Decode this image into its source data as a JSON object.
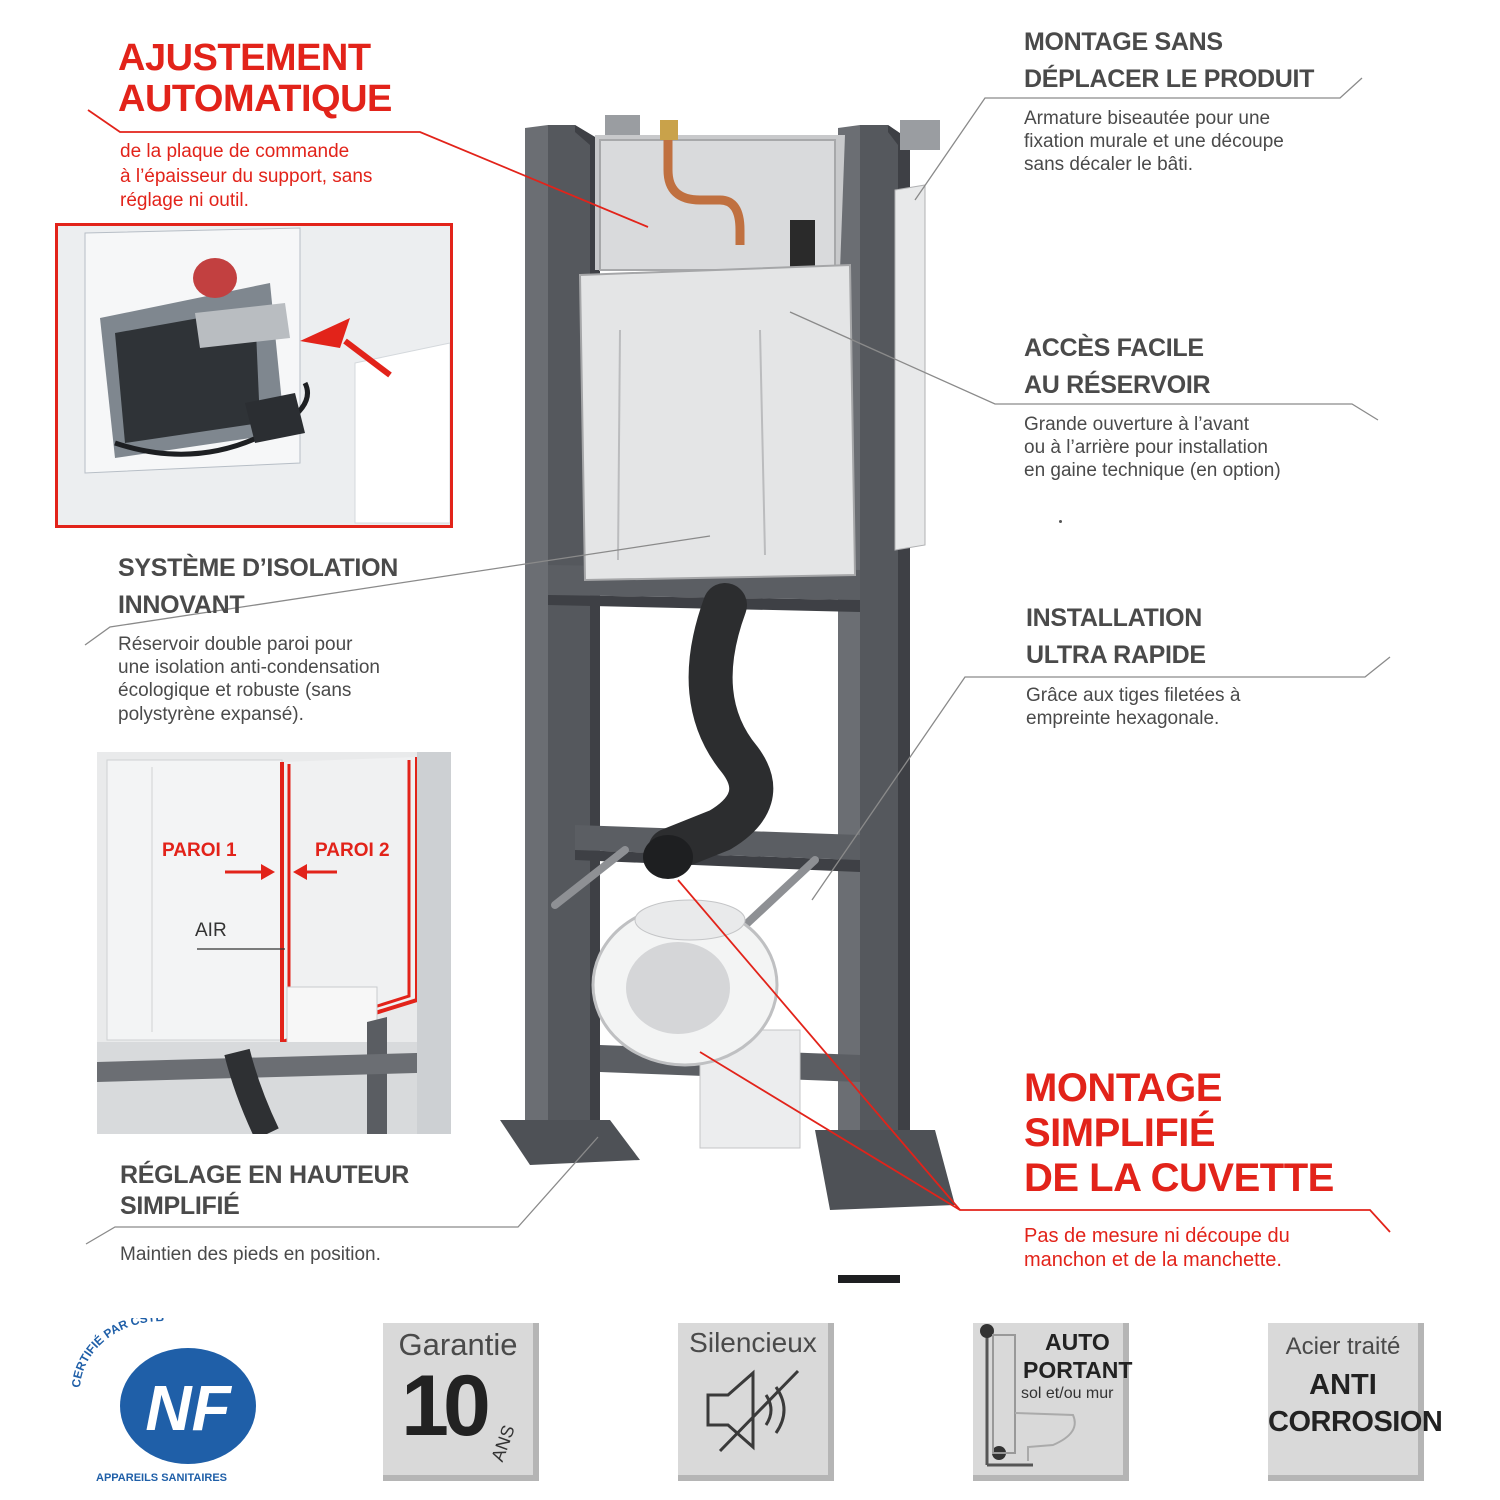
{
  "features": {
    "ajustement": {
      "title_l1": "AJUSTEMENT",
      "title_l2": "AUTOMATIQUE",
      "text_l1": "de la plaque de commande",
      "text_l2": "à l’épaisseur du support, sans",
      "text_l3": "réglage ni outil."
    },
    "montage_sans": {
      "title_l1": "MONTAGE SANS",
      "title_l2": "DÉPLACER LE PRODUIT",
      "text_l1": "Armature biseautée pour une",
      "text_l2": "fixation murale et une découpe",
      "text_l3": "sans décaler le bâti."
    },
    "acces": {
      "title_l1": "ACCÈS FACILE",
      "title_l2": "AU RÉSERVOIR",
      "text_l1": "Grande ouverture à l’avant",
      "text_l2": "ou à l’arrière pour installation",
      "text_l3": "en gaine technique (en option)"
    },
    "isolation": {
      "title_l1": "SYSTÈME D’ISOLATION",
      "title_l2": "INNOVANT",
      "text_l1": "Réservoir double paroi pour",
      "text_l2": "une isolation anti-condensation",
      "text_l3": "écologique et robuste (sans",
      "text_l4": "polystyrène expansé)."
    },
    "installation": {
      "title_l1": "INSTALLATION",
      "title_l2": "ULTRA RAPIDE",
      "text_l1": "Grâce aux tiges filetées à",
      "text_l2": "empreinte hexagonale."
    },
    "reglage": {
      "title_l1": "RÉGLAGE EN HAUTEUR",
      "title_l2": "SIMPLIFIÉ",
      "text_l1": "Maintien des pieds en position."
    },
    "cuvette": {
      "title_l1": "MONTAGE",
      "title_l2": "SIMPLIFIÉ",
      "title_l3": "DE LA CUVETTE",
      "text_l1": "Pas de mesure ni découpe du",
      "text_l2": "manchon et de la manchette."
    }
  },
  "diagram": {
    "paroi1": "PAROI 1",
    "paroi2": "PAROI 2",
    "air": "AIR"
  },
  "badges": {
    "nf": {
      "arc_text": "CERTIFIÉ PAR CSTB",
      "logo": "NF",
      "bottom_text": "APPAREILS SANITAIRES"
    },
    "garantie": {
      "l1": "Garantie",
      "l2": "10",
      "l3": "ANS"
    },
    "silencieux": {
      "l1": "Silencieux",
      "icon": "muted-speaker-icon"
    },
    "auto": {
      "l1": "AUTO",
      "l2": "PORTANT",
      "l3": "sol et/ou mur"
    },
    "acier": {
      "l1": "Acier traité",
      "l2": "ANTI",
      "l3": "CORROSION"
    }
  },
  "colors": {
    "accent_red": "#e2231a",
    "nf_blue": "#1f5fa8",
    "frame_gray": "#5b5e63",
    "text_gray": "#4a4a4a"
  }
}
